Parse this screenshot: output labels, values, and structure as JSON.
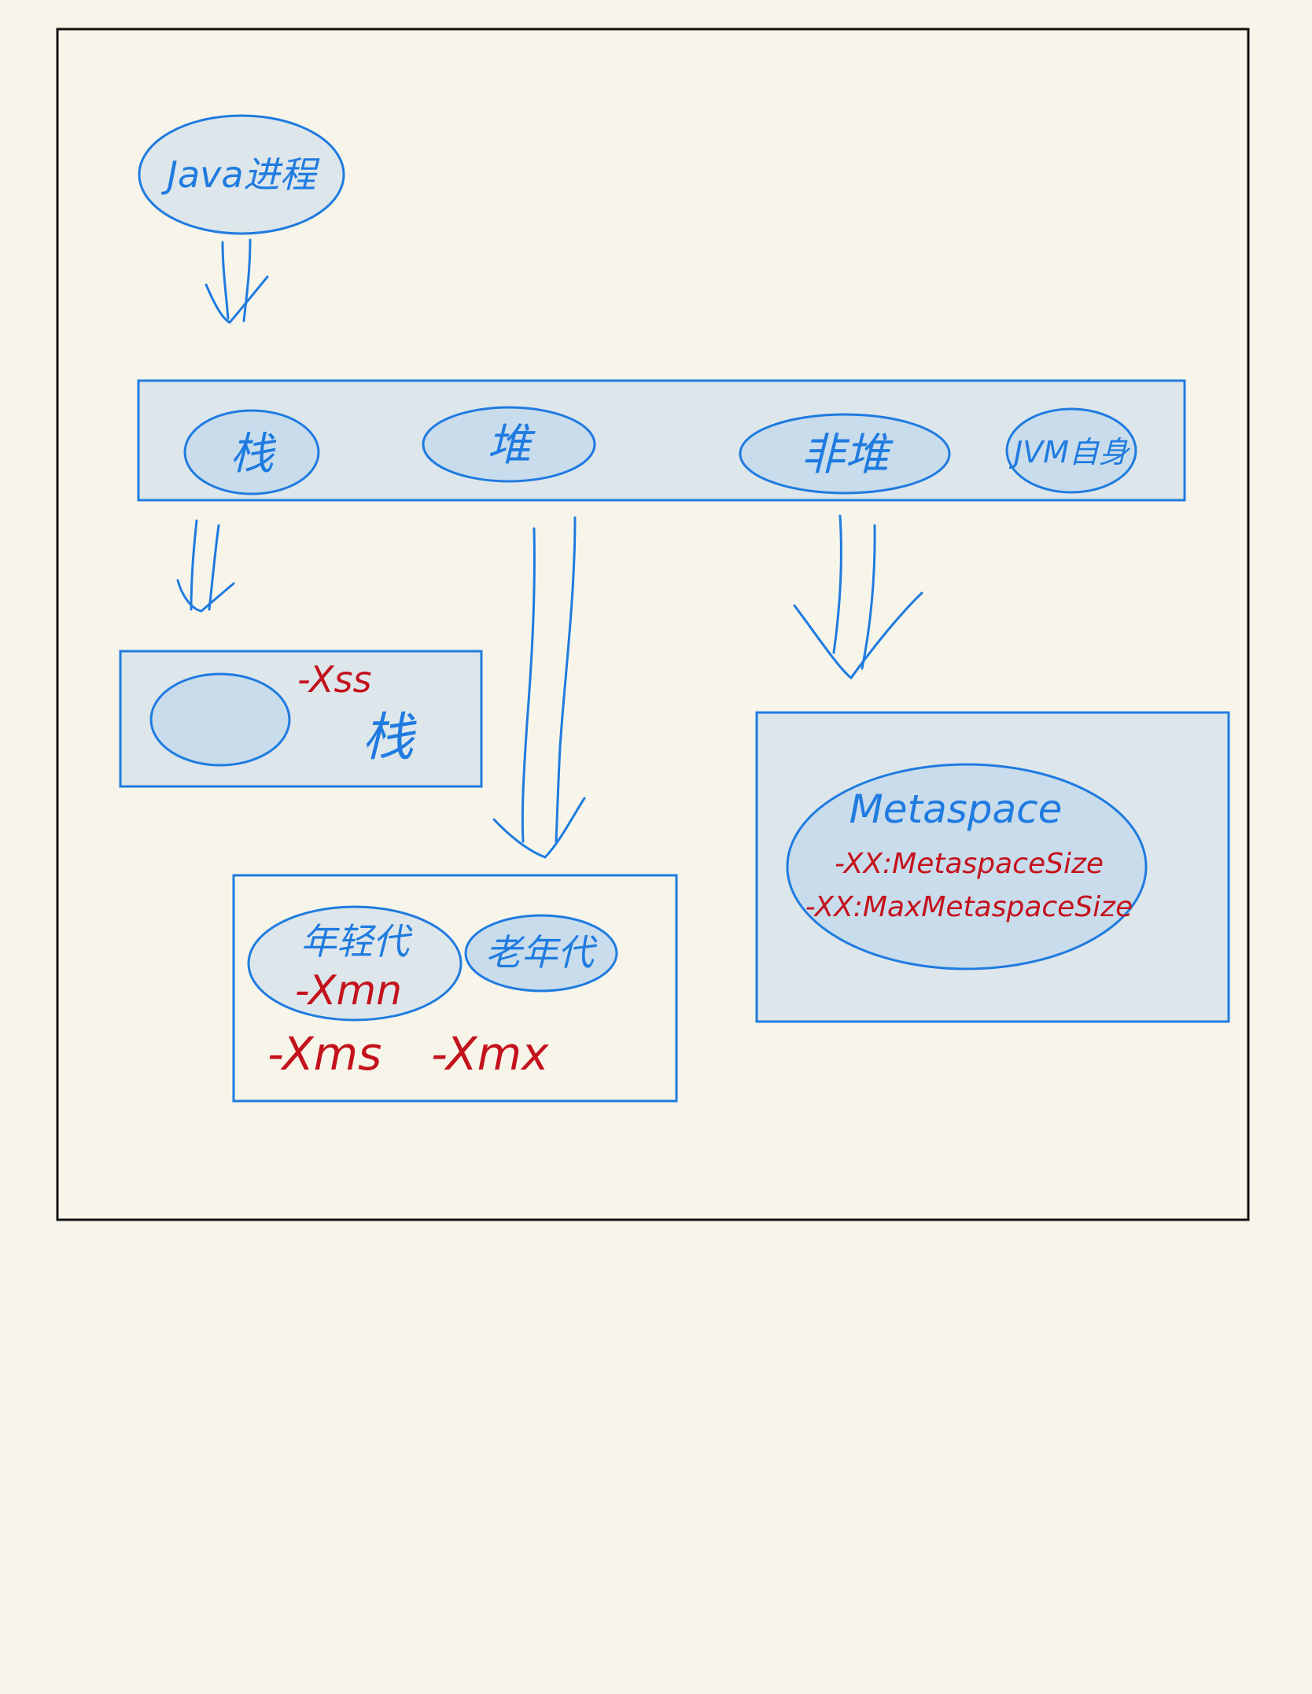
{
  "colors": {
    "background": "#f7f5ea",
    "frame": "#111111",
    "ink_blue": "#1f7be0",
    "ink_red": "#c4121c",
    "box_fill": "#dde6ea",
    "ellipse_fill": "#c8dcec"
  },
  "diagram": {
    "process": "Java进程",
    "memory_areas": {
      "stack": "栈",
      "heap": "堆",
      "non_heap": "非堆",
      "jvm_self": "JVM自身"
    },
    "stack_detail": {
      "flag": "-Xss",
      "label": "栈"
    },
    "heap_detail": {
      "young_gen": "年轻代",
      "young_flag": "-Xmn",
      "old_gen": "老年代",
      "xms": "-Xms",
      "xmx": "-Xmx"
    },
    "nonheap_detail": {
      "title": "Metaspace",
      "flag1": "-XX:MetaspaceSize",
      "flag2": "-XX:MaxMetaspaceSize"
    }
  }
}
